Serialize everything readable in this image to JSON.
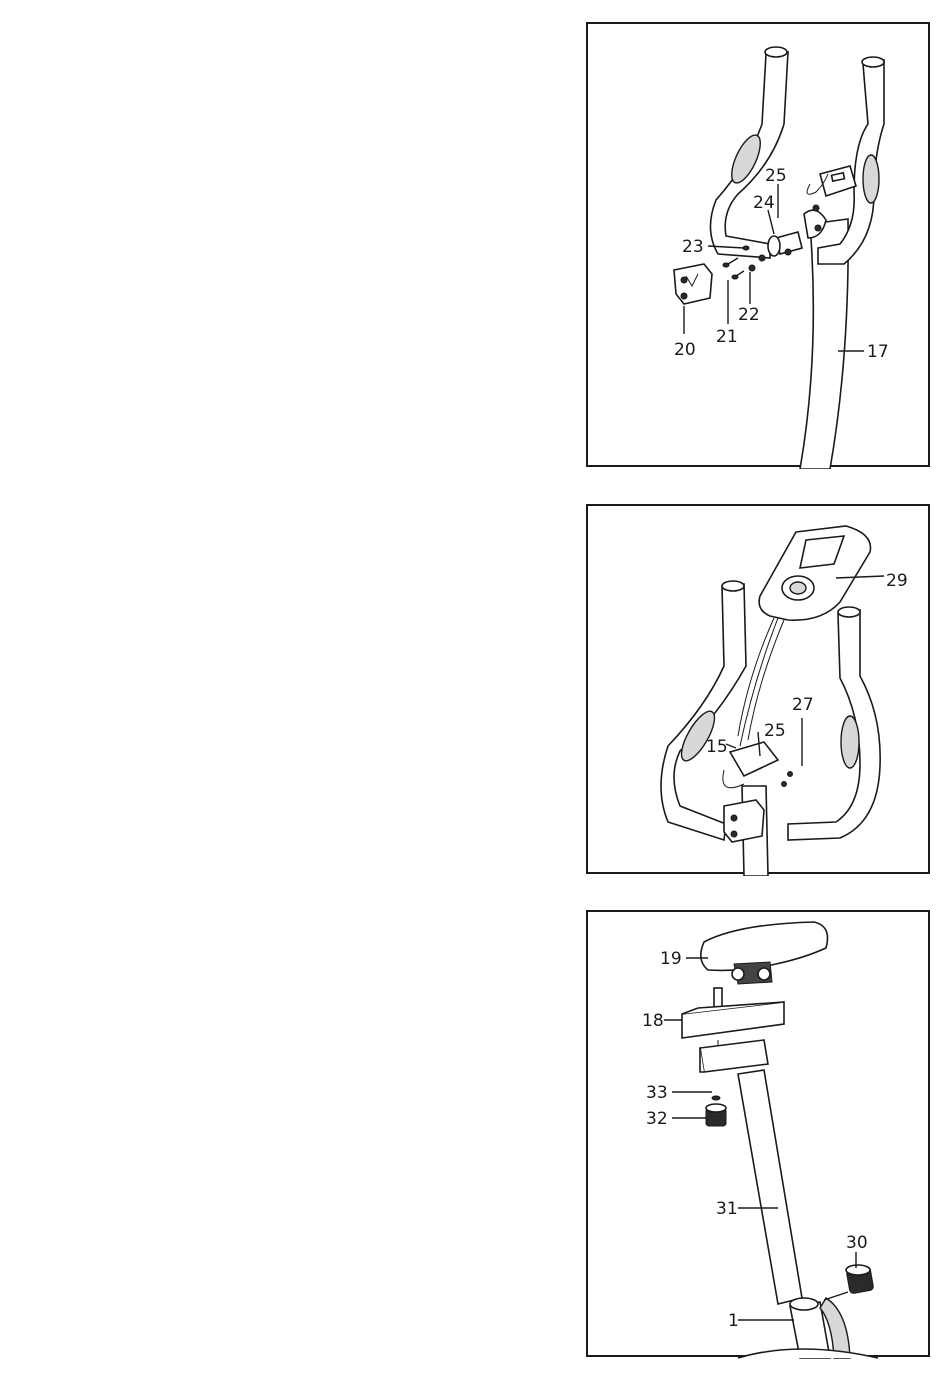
{
  "colors": {
    "line": "#1a1a1a",
    "grip": "#d8d8d8",
    "background": "#ffffff"
  },
  "panels": [
    {
      "id": "handlebar-assembly",
      "labels": [
        "25",
        "24",
        "23",
        "22",
        "21",
        "20",
        "17"
      ]
    },
    {
      "id": "console-assembly",
      "labels": [
        "29",
        "27",
        "25",
        "15"
      ]
    },
    {
      "id": "seat-assembly",
      "labels": [
        "19",
        "18",
        "33",
        "32",
        "31",
        "30",
        "1"
      ]
    }
  ]
}
